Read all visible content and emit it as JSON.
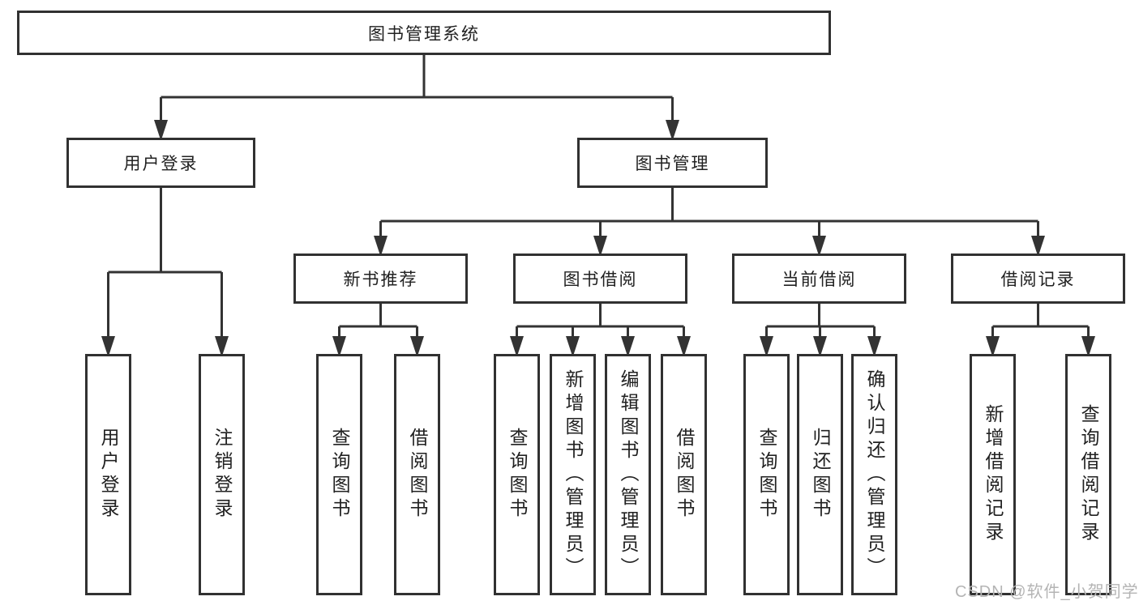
{
  "diagram": {
    "type": "hierarchy-tree",
    "orientation": "top-down"
  },
  "colors": {
    "background": "#ffffff",
    "box_border": "#313131",
    "connector_line": "#333333",
    "text": "#212121",
    "watermark_text": "#b4b4b4"
  },
  "tree": {
    "root": "图书管理系统",
    "children": [
      {
        "label": "用户登录",
        "children": [
          {
            "label": "用户登录"
          },
          {
            "label": "注销登录"
          }
        ]
      },
      {
        "label": "图书管理",
        "children": [
          {
            "label": "新书推荐",
            "children": [
              {
                "label": "查询图书"
              },
              {
                "label": "借阅图书"
              }
            ]
          },
          {
            "label": "图书借阅",
            "children": [
              {
                "label": "查询图书"
              },
              {
                "label": "新增图书（管理员）"
              },
              {
                "label": "编辑图书（管理员）"
              },
              {
                "label": "借阅图书"
              }
            ]
          },
          {
            "label": "当前借阅",
            "children": [
              {
                "label": "查询图书"
              },
              {
                "label": "归还图书"
              },
              {
                "label": "确认归还（管理员）"
              }
            ]
          },
          {
            "label": "借阅记录",
            "children": [
              {
                "label": "新增借阅记录"
              },
              {
                "label": "查询借阅记录"
              }
            ]
          }
        ]
      }
    ]
  },
  "watermark": {
    "text": "CSDN @软件_小贺同学"
  }
}
